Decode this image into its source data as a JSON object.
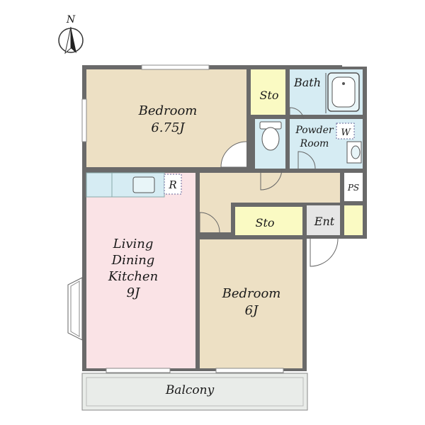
{
  "compass": {
    "label": "N"
  },
  "rooms": {
    "bedroom1": {
      "name": "Bedroom",
      "size": "6.75J"
    },
    "storage1": {
      "name": "Sto"
    },
    "bath": {
      "name": "Bath"
    },
    "powder": {
      "line1": "Powder",
      "line2": "Room"
    },
    "washer": {
      "name": "W"
    },
    "refrigerator": {
      "name": "R"
    },
    "pipe_space": {
      "name": "PS"
    },
    "ldk": {
      "line1": "Living",
      "line2": "Dining",
      "line3": "Kitchen",
      "size": "9J"
    },
    "storage2": {
      "name": "Sto"
    },
    "entrance": {
      "name": "Ent"
    },
    "bedroom2": {
      "name": "Bedroom",
      "size": "6J"
    },
    "balcony": {
      "name": "Balcony"
    }
  },
  "colors": {
    "bedroom": "#ede0c4",
    "ldk": "#fae3e6",
    "wet": "#d6ecf3",
    "storage": "#fafac3",
    "entrance": "#e6e6e6",
    "hall": "#ede0c4",
    "balcony": "#e9ece9",
    "wall": "#6a6a6a"
  }
}
